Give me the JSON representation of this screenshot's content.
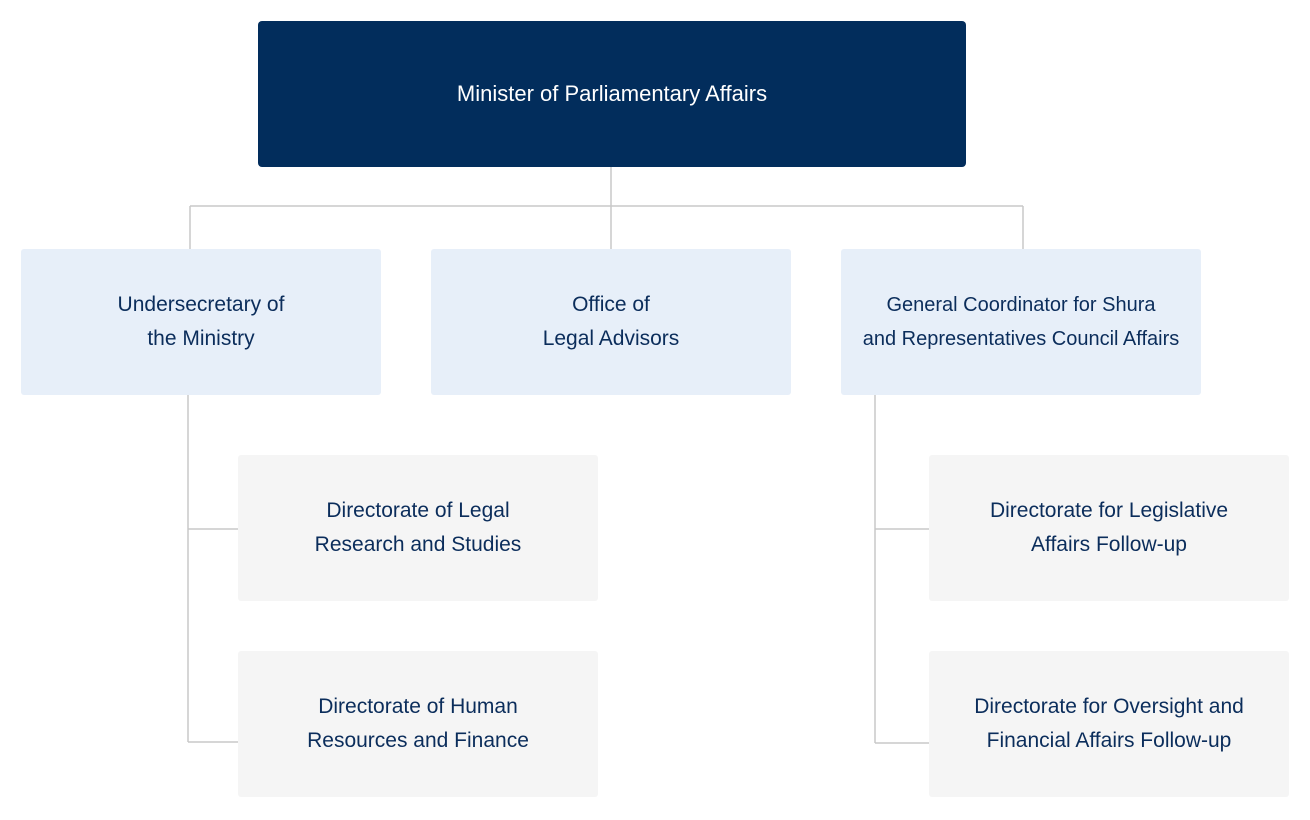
{
  "org_chart": {
    "minister": {
      "label": "Minister of Parliamentary Affairs"
    },
    "undersecretary": {
      "line1": "Undersecretary of",
      "line2": "the Ministry"
    },
    "legal_advisors": {
      "line1": "Office of",
      "line2": "Legal Advisors"
    },
    "general_coordinator": {
      "line1": "General Coordinator for Shura",
      "line2": "and Representatives Council Affairs"
    },
    "legal_research": {
      "line1": "Directorate of Legal",
      "line2": "Research and Studies"
    },
    "human_resources": {
      "line1": "Directorate of Human",
      "line2": "Resources and Finance"
    },
    "legislative_affairs": {
      "line1": "Directorate for Legislative",
      "line2": "Affairs Follow-up"
    },
    "oversight_financial": {
      "line1": "Directorate for Oversight and",
      "line2": "Financial Affairs Follow-up"
    }
  },
  "colors": {
    "top_box": "#022d5c",
    "level2_box": "#e7eff9",
    "level3_box": "#f5f5f5",
    "text": "#0b2d5b",
    "connector": "#c8c8c8"
  }
}
